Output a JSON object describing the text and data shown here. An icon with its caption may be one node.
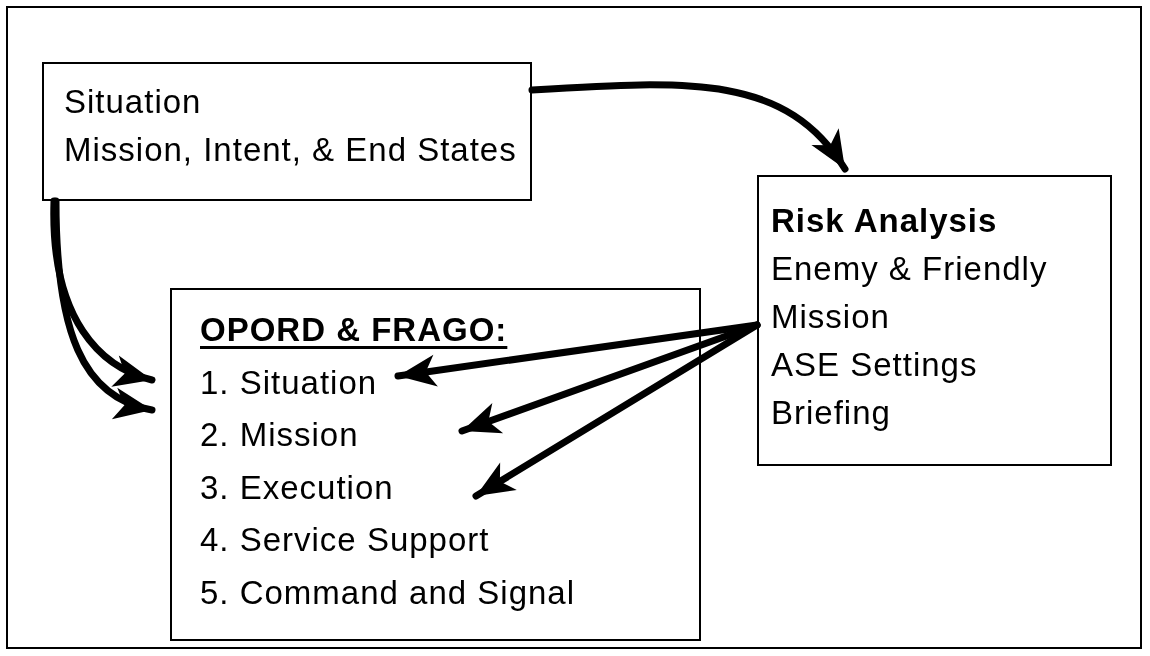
{
  "diagram": {
    "nodes": [
      {
        "text": [
          "Situation",
          "Mission, Intent, & End States"
        ]
      },
      {
        "text": [
          "Risk Analysis",
          "Enemy & Friendly",
          "Mission",
          "ASE Settings",
          "Briefing"
        ]
      },
      {
        "text": [
          "OPORD & FRAGO:",
          "1. Situation",
          "2. Mission",
          "3. Execution",
          "4. Service Support",
          "5. Command and Signal"
        ]
      }
    ],
    "edges": [
      {
        "from": 0,
        "to": 1,
        "arrow": "to"
      },
      {
        "from": 0,
        "to": 2,
        "arrow": "to"
      },
      {
        "from": 0,
        "to": 2,
        "arrow": "to"
      },
      {
        "from": 1,
        "to": 2,
        "arrow": "to"
      },
      {
        "from": 1,
        "to": 2,
        "arrow": "to"
      },
      {
        "from": 1,
        "to": 2,
        "arrow": "to"
      }
    ]
  }
}
